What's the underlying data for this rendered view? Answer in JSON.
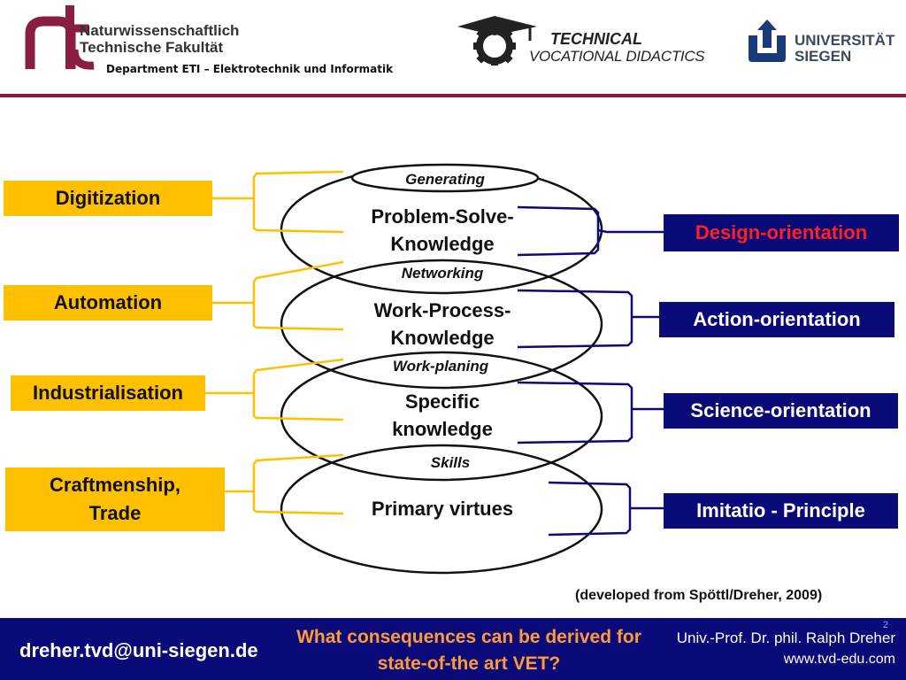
{
  "header": {
    "faculty_line1": "Naturwissenschaftlich",
    "faculty_line2": "Technische Fakultät",
    "department": "Department ETI – Elektrotechnik und Informatik",
    "tvd_line1": "TECHNICAL",
    "tvd_line2": "VOCATIONAL DIDACTICS",
    "uni_line1": "UNIVERSITÄT",
    "uni_line2": "SIEGEN"
  },
  "left_boxes": [
    {
      "label": "Digitization"
    },
    {
      "label": "Automation"
    },
    {
      "label": "Industrialisation"
    },
    {
      "label": "Craftmenship,\nTrade"
    }
  ],
  "ellipses": [
    {
      "sub": "Generating",
      "title": "Problem-Solve-\nKnowledge"
    },
    {
      "sub": "Networking",
      "title": "Work-Process-\nKnowledge"
    },
    {
      "sub": "Work-planing",
      "title": "Specific\nknowledge"
    },
    {
      "sub": "Skills",
      "title": "Primary virtues"
    }
  ],
  "right_boxes": [
    {
      "label": "Design-orientation",
      "color": "#ff2020"
    },
    {
      "label": "Action-orientation",
      "color": "#ffffff"
    },
    {
      "label": "Science-orientation",
      "color": "#ffffff"
    },
    {
      "label": "Imitatio - Principle",
      "color": "#ffffff"
    }
  ],
  "source": "(developed from Spöttl/Dreher, 2009)",
  "footer": {
    "email": "dreher.tvd@uni-siegen.de",
    "question": "What consequences can be derived for state-of-the art VET?",
    "author": "Univ.-Prof. Dr. phil. Ralph Dreher",
    "url": "www.tvd-edu.com",
    "slide_number": "2"
  },
  "colors": {
    "accent_bar": "#8a1e41",
    "yellow": "#ffc000",
    "navy": "#0a0a78",
    "question": "#ff9a3a"
  }
}
